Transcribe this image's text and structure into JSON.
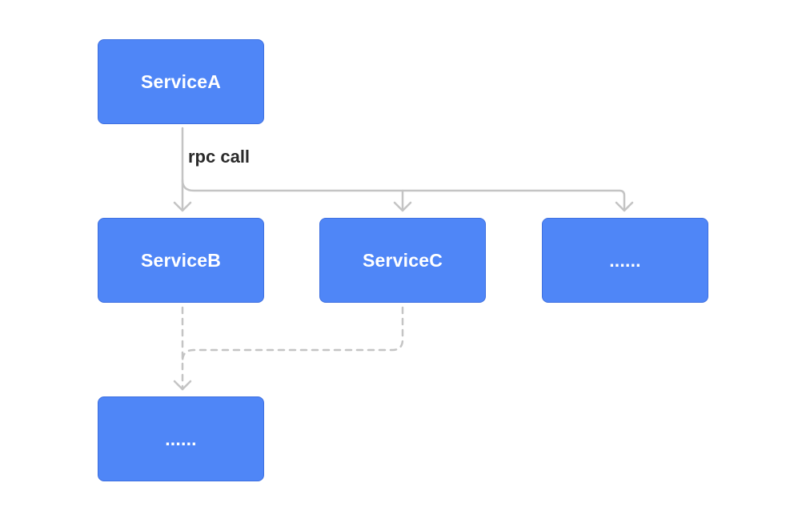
{
  "nodes": {
    "service_a": "ServiceA",
    "service_b": "ServiceB",
    "service_c": "ServiceC",
    "more_services": "......",
    "more_downstream": "......"
  },
  "edges": {
    "rpc_label": "rpc call"
  },
  "colors": {
    "node_fill": "#4f86f7",
    "node_border": "#3d6fe0",
    "connector": "#c4c4c4",
    "label_text": "#2b2b2b"
  }
}
